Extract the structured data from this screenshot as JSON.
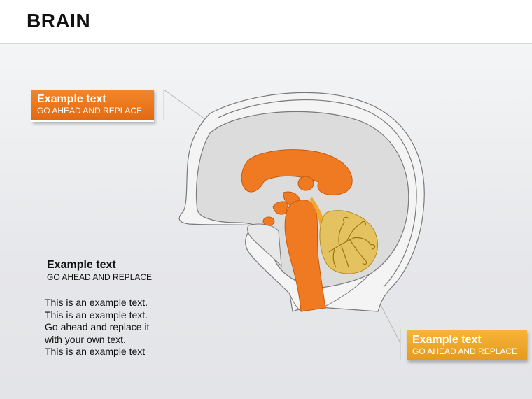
{
  "title": "BRAIN",
  "callouts": [
    {
      "heading": "Example text",
      "subheading": "GO AHEAD AND REPLACE"
    },
    {
      "heading": "Example text",
      "subheading": "GO AHEAD AND REPLACE"
    }
  ],
  "text_block": {
    "heading": "Example text",
    "subheading": "GO AHEAD AND REPLACE",
    "lines": [
      "This is an example text.",
      "This is an example text.",
      "Go ahead and replace it",
      "with your own text.",
      "This is an example text"
    ]
  },
  "colors": {
    "orange": "#f07a22",
    "amber": "#eeaa30",
    "cerebellum": "#e4c260",
    "outline": "#7a7a7a"
  }
}
